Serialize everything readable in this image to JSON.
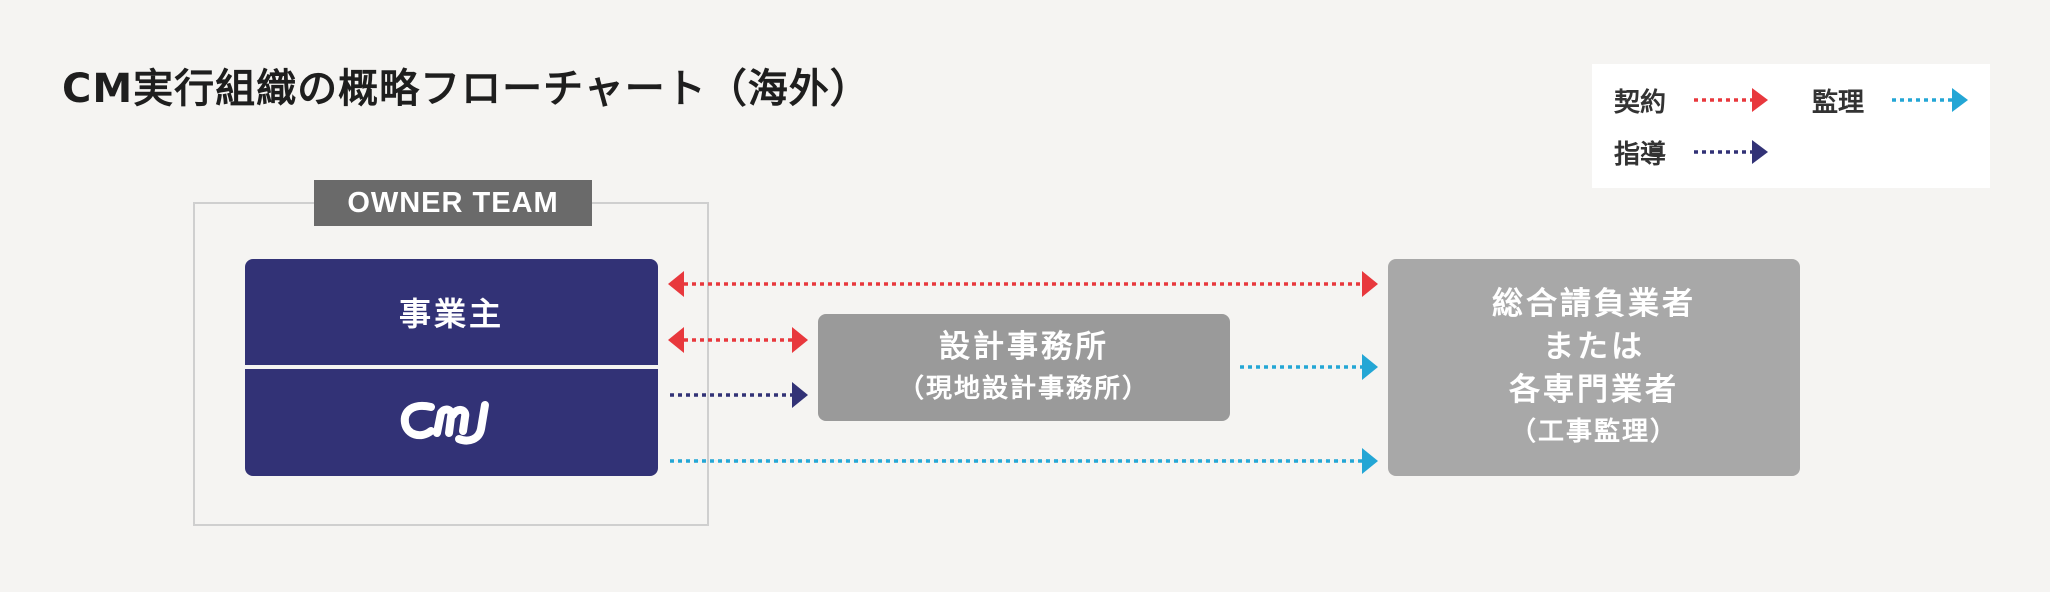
{
  "title": "CM実行組織の概略フローチャート（海外）",
  "legend": {
    "contract_label": "契約",
    "guidance_label": "指導",
    "supervision_label": "監理"
  },
  "colors": {
    "contract": "#e8383d",
    "guidance": "#323276",
    "supervision": "#23a6d5",
    "navy_box": "#323276",
    "gray_box": "#9a9a9a"
  },
  "owner_team": {
    "label": "OWNER TEAM"
  },
  "client": {
    "label": "事業主"
  },
  "cmj": {
    "logo_icon": "cmj-logo-icon"
  },
  "design_office": {
    "name": "設計事務所",
    "sub": "（現地設計事務所）"
  },
  "contractor": {
    "lines": [
      "総合請負業者",
      "または",
      "各専門業者"
    ],
    "sub": "（工事監理）"
  },
  "connections": [
    {
      "from": "client",
      "to": "contractor",
      "kind": "contract",
      "bidirectional": true
    },
    {
      "from": "client",
      "to": "design_office",
      "kind": "contract",
      "bidirectional": true
    },
    {
      "from": "cmj",
      "to": "design_office",
      "kind": "guidance",
      "bidirectional": false
    },
    {
      "from": "design_office",
      "to": "contractor",
      "kind": "supervision",
      "bidirectional": false
    },
    {
      "from": "cmj",
      "to": "contractor",
      "kind": "supervision",
      "bidirectional": false
    }
  ]
}
